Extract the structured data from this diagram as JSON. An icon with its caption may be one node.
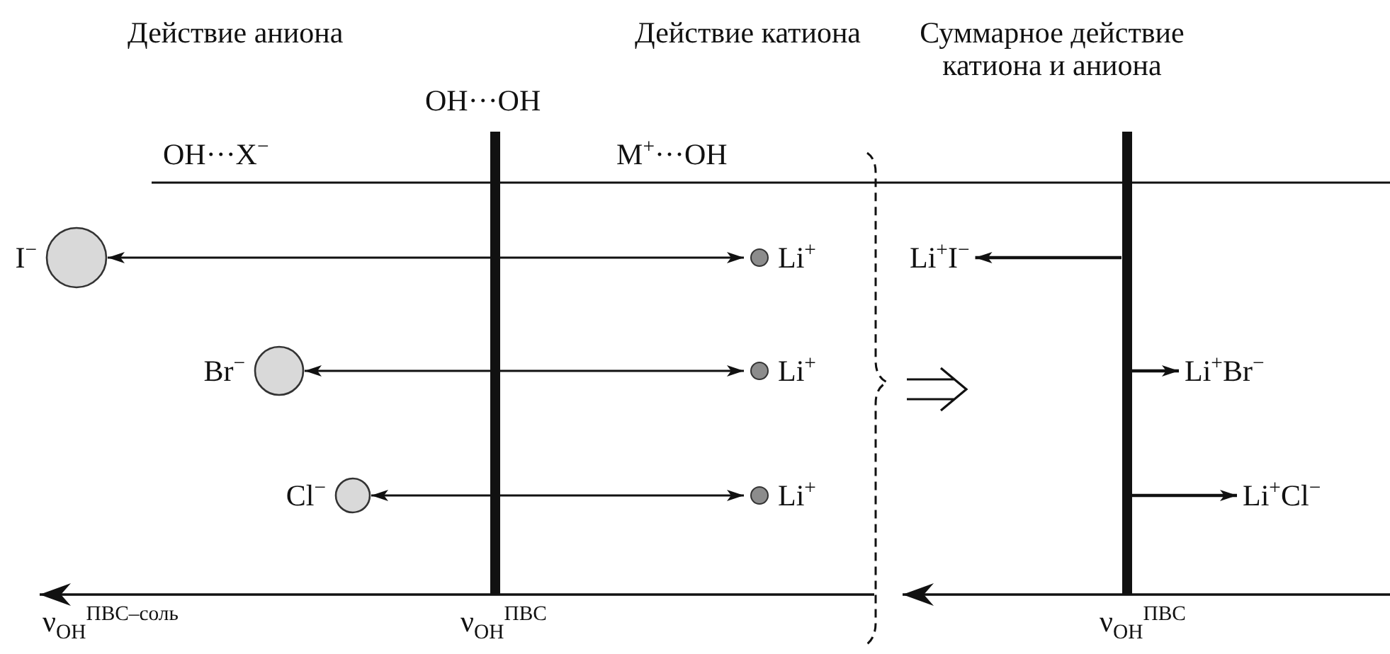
{
  "diagram": {
    "nodes": [
      {
        "text": [],
        "shape": "circle",
        "beside": [
          "I$^{−}$"
        ]
      },
      {
        "text": [],
        "shape": "circle",
        "beside": [
          "Li$^{+}$"
        ]
      },
      {
        "text": [],
        "shape": "circle",
        "beside": [
          "Br$^{−}$"
        ]
      },
      {
        "text": [],
        "shape": "circle",
        "beside": [
          "Li$^{+}$"
        ]
      },
      {
        "text": [],
        "shape": "circle",
        "beside": [
          "Cl$^{−}$"
        ]
      },
      {
        "text": [],
        "shape": "circle",
        "beside": [
          "Li$^{+}$"
        ]
      },
      {
        "text": [],
        "shape": "bar"
      },
      {
        "text": [
          "Li$^{+}$I$^{−}$"
        ]
      },
      {
        "text": [
          "Li$^{+}$Br$^{−}$"
        ]
      },
      {
        "text": [
          "Li$^{+}$Cl$^{−}$"
        ]
      }
    ],
    "edges": [
      {
        "from": 0,
        "to": 1,
        "arrow": "both"
      },
      {
        "from": 2,
        "to": 3,
        "arrow": "both"
      },
      {
        "from": 4,
        "to": 5,
        "arrow": "both"
      },
      {
        "from": 6,
        "to": 7,
        "arrow": "to"
      },
      {
        "from": 6,
        "to": 8,
        "arrow": "to"
      },
      {
        "from": 6,
        "to": 9,
        "arrow": "to"
      }
    ],
    "labels": [
      "Действие аниона",
      "Действие катиона",
      "Суммарное действие катиона и аниона",
      "OH···OH",
      "OH···X$^{−}$",
      "M$^{+}$···OH",
      "ν$_{OH}$$^{ПВС–соль}$",
      "ν$_{OH}$$^{ПВС}$",
      "ν$_{OH}$$^{ПВС}$"
    ]
  }
}
